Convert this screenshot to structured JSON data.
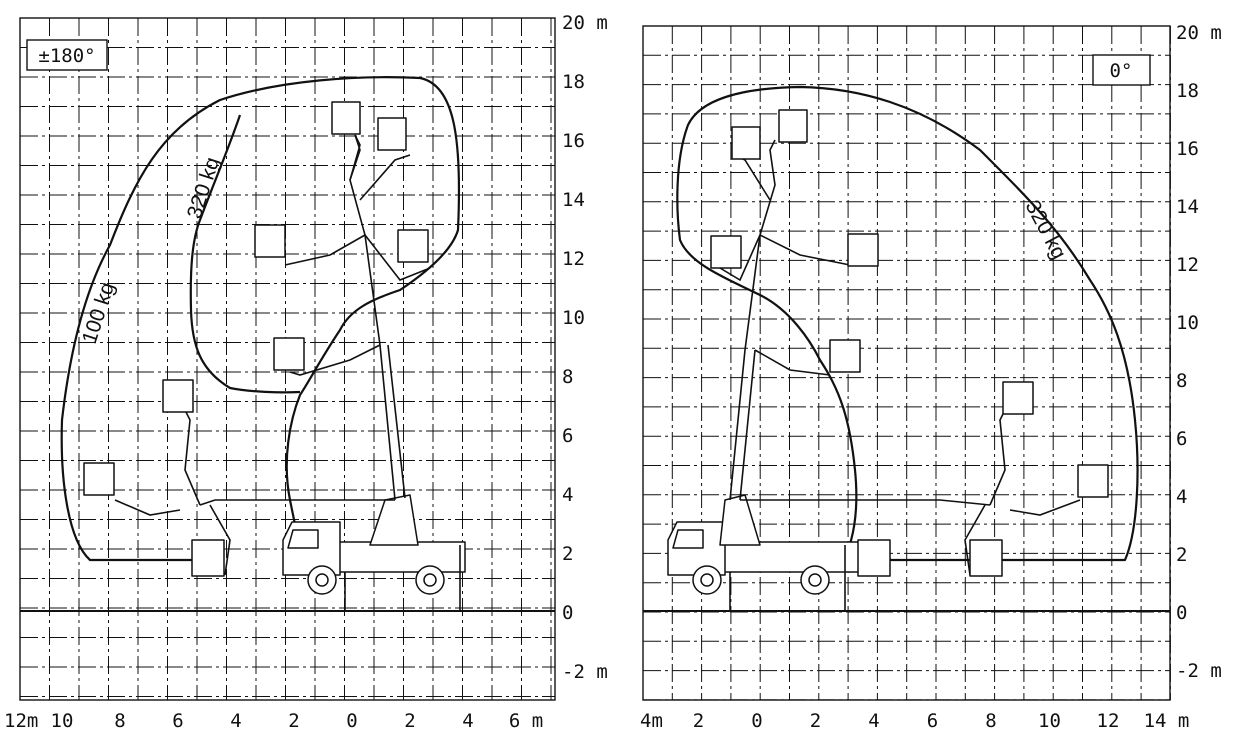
{
  "diagrams": [
    {
      "id": "left",
      "angle_label": "±180°",
      "x_ticks": [
        "12m",
        "10",
        "8",
        "6",
        "4",
        "2",
        "0",
        "2",
        "4",
        "6 m"
      ],
      "y_ticks": [
        "20 m",
        "18",
        "16",
        "14",
        "12",
        "10",
        "8",
        "6",
        "4",
        "2",
        "0",
        "-2 m"
      ],
      "load_labels": [
        "100 kg",
        "320 kg"
      ]
    },
    {
      "id": "right",
      "angle_label": "0°",
      "x_ticks": [
        "4m",
        "2",
        "0",
        "2",
        "4",
        "6",
        "8",
        "10",
        "12",
        "14 m"
      ],
      "y_ticks": [
        "20 m",
        "18",
        "16",
        "14",
        "12",
        "10",
        "8",
        "6",
        "4",
        "2",
        "0",
        "-2 m"
      ],
      "load_labels": [
        "320 kg"
      ]
    }
  ]
}
